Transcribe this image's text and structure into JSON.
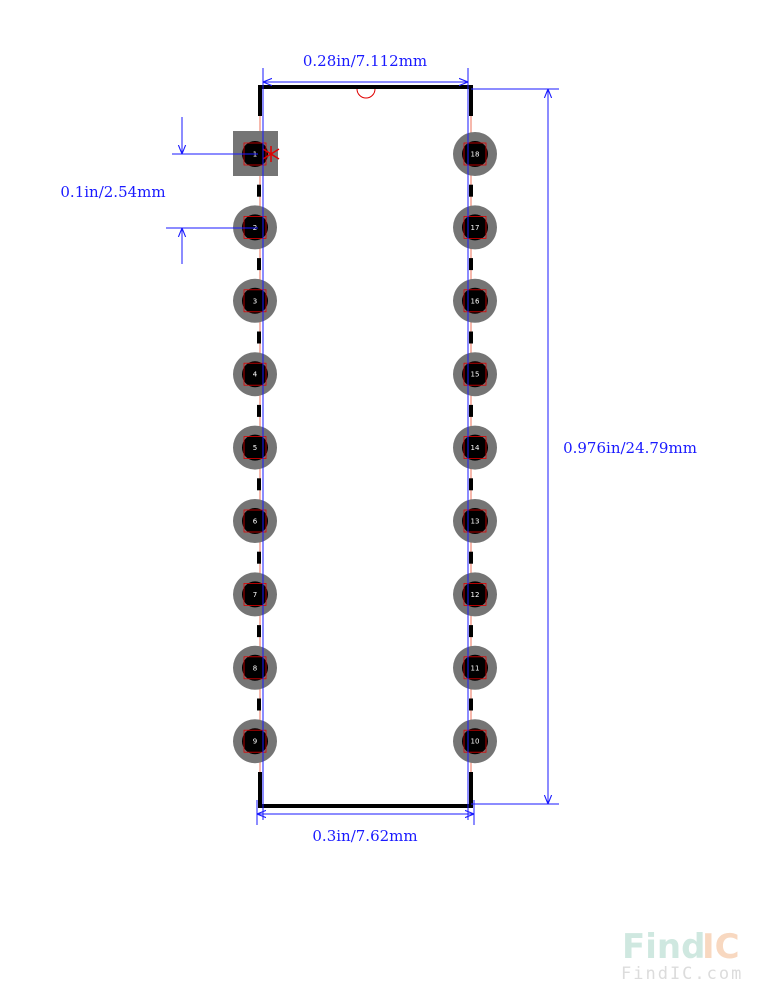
{
  "dimensions": {
    "top_width": "0.28in/7.112mm",
    "bottom_width": "0.3in/7.62mm",
    "pitch": "0.1in/2.54mm",
    "height": "0.976in/24.79mm"
  },
  "pins": {
    "left": [
      "1",
      "2",
      "3",
      "4",
      "5",
      "6",
      "7",
      "8",
      "9"
    ],
    "right": [
      "18",
      "17",
      "16",
      "15",
      "14",
      "13",
      "12",
      "11",
      "10"
    ]
  },
  "watermark": {
    "logo_find": "Find",
    "logo_ic": "IC",
    "url": "FindIC.com"
  },
  "colors": {
    "dimension": "#1a1aff",
    "pad": "#757575",
    "drill": "#000000",
    "outline": "#000000",
    "pad_marker": "#e00000",
    "body_outline": "#f4a090",
    "logo_find": "#cfe8e0",
    "logo_ic": "#f8d8c0"
  }
}
